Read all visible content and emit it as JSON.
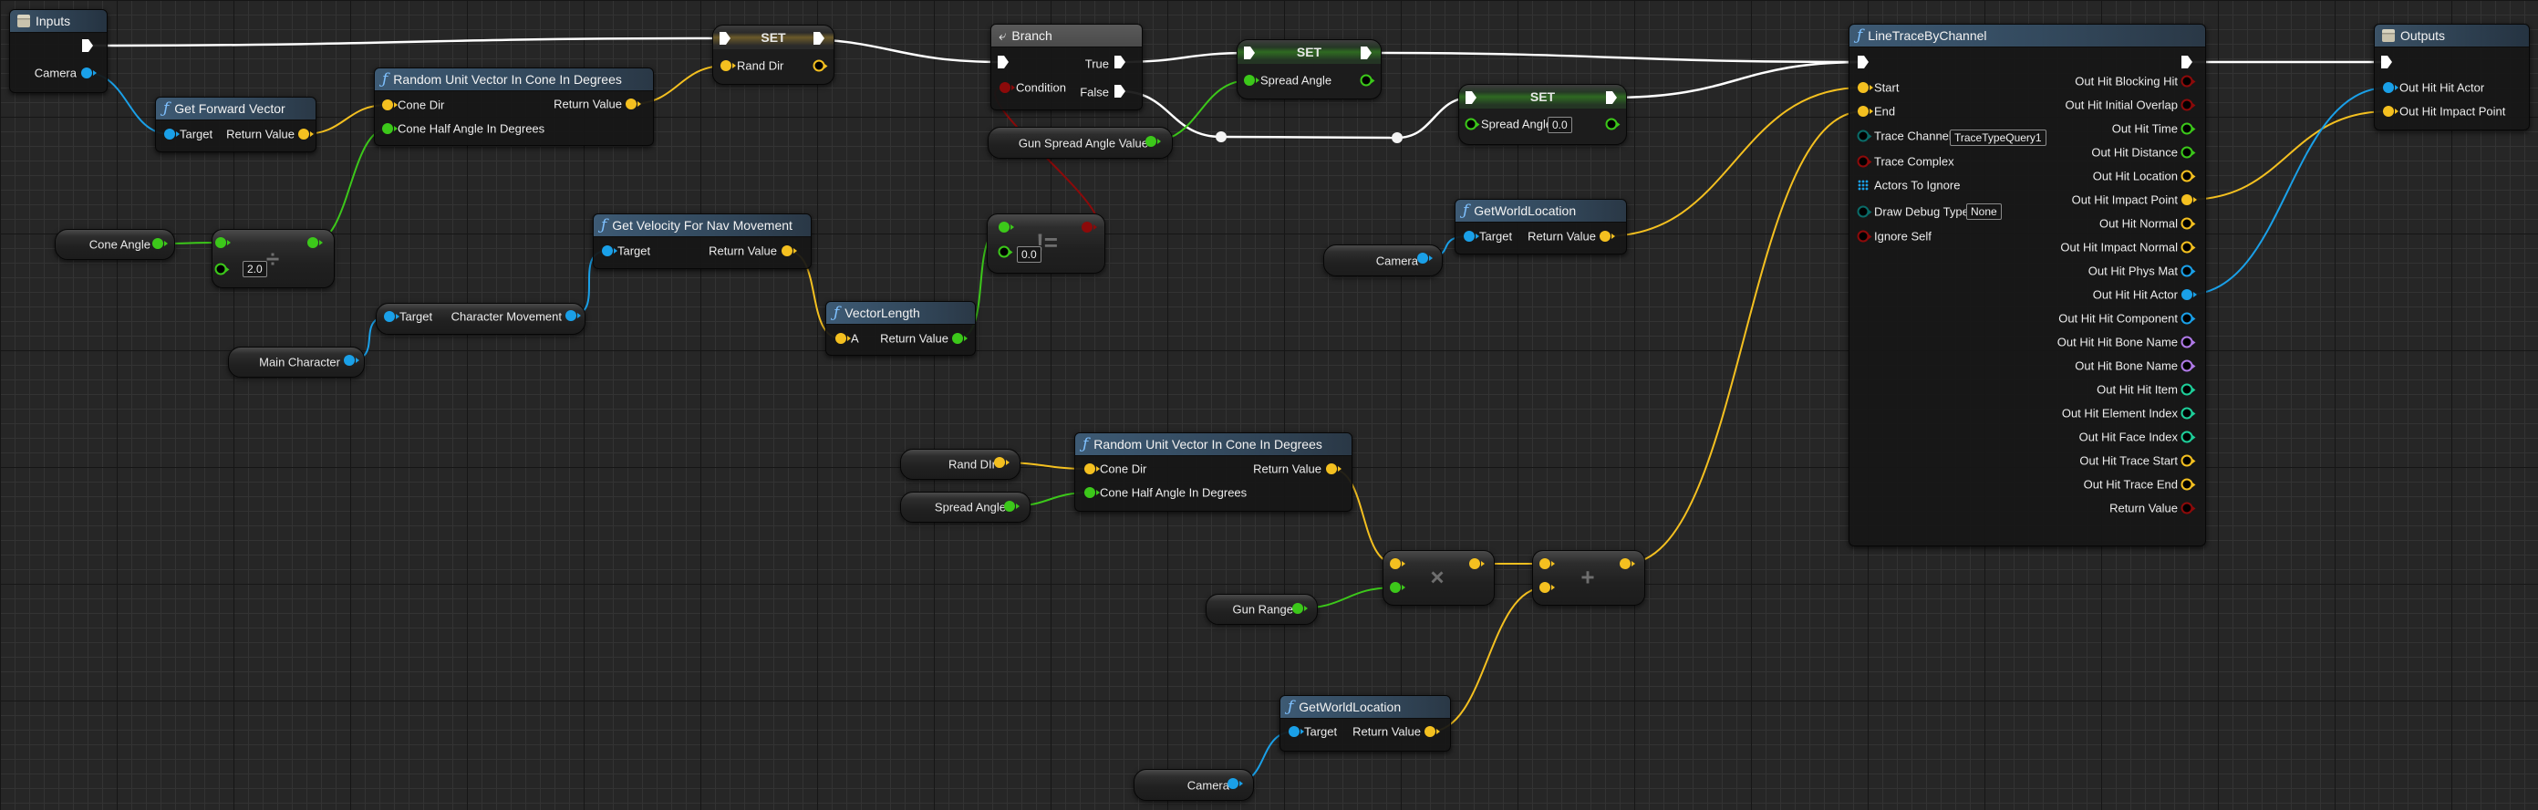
{
  "colors": {
    "exec": "#ffffff",
    "object": "#1aa0e8",
    "vector": "#f4c020",
    "float": "#3cc81a",
    "bool": "#8c0a0a",
    "enum": "#0a6b68",
    "name": "#b07ae8",
    "int": "#1ecf9a"
  },
  "nodes": {
    "inputs": {
      "title": "Inputs",
      "pins": {
        "camera": "Camera"
      }
    },
    "get_forward_vector": {
      "title": "Get Forward Vector",
      "target": "Target",
      "return": "Return Value"
    },
    "random_cone_top": {
      "title": "Random Unit Vector In Cone In Degrees",
      "cone_dir": "Cone Dir",
      "half_angle": "Cone Half Angle In Degrees",
      "return": "Return Value"
    },
    "cone_angle_var": {
      "label": "Cone Angle"
    },
    "divide": {
      "symbol": "÷",
      "b_value": "2.0"
    },
    "character_movement": {
      "target": "Target",
      "output": "Character Movement"
    },
    "main_character_var": {
      "label": "Main Character"
    },
    "get_velocity": {
      "title": "Get Velocity For Nav Movement",
      "target": "Target",
      "return": "Return Value"
    },
    "vector_length": {
      "title": "VectorLength",
      "a": "A",
      "return": "Return Value"
    },
    "not_equal": {
      "symbol": "!=",
      "b_value": "0.0"
    },
    "set_rand_dir": {
      "title": "SET",
      "pin": "Rand Dir"
    },
    "branch": {
      "title": "Branch",
      "condition": "Condition",
      "true": "True",
      "false": "False"
    },
    "gun_spread_var": {
      "label": "Gun Spread Angle Value"
    },
    "set_spread_top": {
      "title": "SET",
      "pin": "Spread Angle"
    },
    "set_spread_zero": {
      "title": "SET",
      "pin": "Spread Angle",
      "value": "0.0"
    },
    "camera_var_top": {
      "label": "Camera"
    },
    "get_world_location_top": {
      "title": "GetWorldLocation",
      "target": "Target",
      "return": "Return Value"
    },
    "line_trace": {
      "title": "LineTraceByChannel",
      "inputs": [
        "Start",
        "End",
        "Trace Channel",
        "Trace Complex",
        "Actors To Ignore",
        "Draw Debug Type",
        "Ignore Self"
      ],
      "trace_channel_value": "TraceTypeQuery1",
      "draw_debug_value": "None",
      "outputs": [
        "Out Hit Blocking Hit",
        "Out Hit Initial Overlap",
        "Out Hit Time",
        "Out Hit Distance",
        "Out Hit Location",
        "Out Hit Impact Point",
        "Out Hit Normal",
        "Out Hit Impact Normal",
        "Out Hit Phys Mat",
        "Out Hit Hit Actor",
        "Out Hit Hit Component",
        "Out Hit Hit Bone Name",
        "Out Hit Bone Name",
        "Out Hit Hit Item",
        "Out Hit Element Index",
        "Out Hit Face Index",
        "Out Hit Trace Start",
        "Out Hit Trace End",
        "Return Value"
      ]
    },
    "outputs": {
      "title": "Outputs",
      "pins": [
        "Out Hit Hit Actor",
        "Out Hit Impact Point"
      ]
    },
    "rand_dir_var": {
      "label": "Rand DIr"
    },
    "spread_angle_var": {
      "label": "Spread Angle"
    },
    "random_cone_bottom": {
      "title": "Random Unit Vector In Cone In Degrees",
      "cone_dir": "Cone Dir",
      "half_angle": "Cone Half Angle In Degrees",
      "return": "Return Value"
    },
    "multiply": {
      "symbol": "×"
    },
    "add": {
      "symbol": "+"
    },
    "gun_range_var": {
      "label": "Gun Range"
    },
    "get_world_location_bottom": {
      "title": "GetWorldLocation",
      "target": "Target",
      "return": "Return Value"
    },
    "camera_var_bottom": {
      "label": "Camera"
    }
  },
  "icons": {
    "function": "ƒ",
    "struct": "struct-icon",
    "branch": "⤶"
  }
}
